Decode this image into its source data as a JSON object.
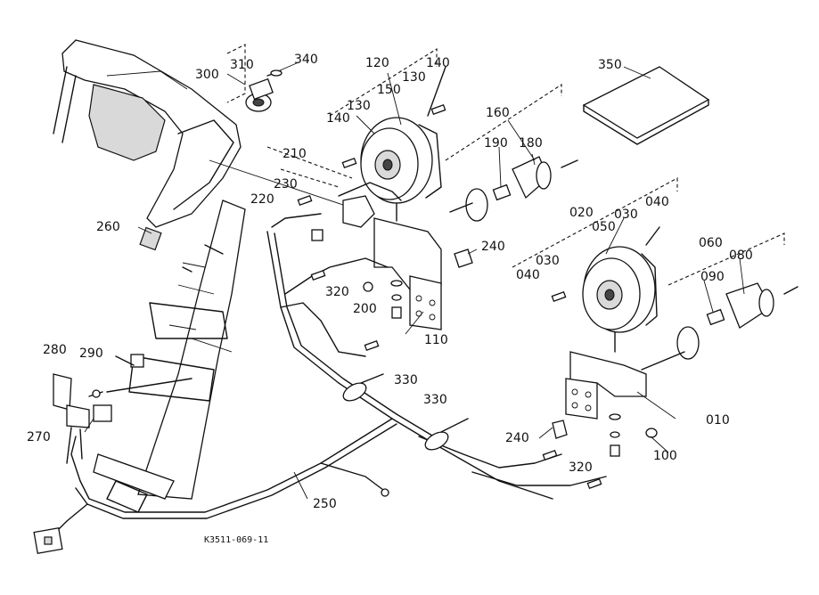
{
  "diagram": {
    "drawing_code": "K3511-069-11",
    "labels": {
      "p300": "300",
      "p310": "310",
      "p340": "340",
      "p120": "120",
      "p140a": "140",
      "p130a": "130",
      "p150": "150",
      "p130b": "130",
      "p140b": "140",
      "p160": "160",
      "p180": "180",
      "p190": "190",
      "p350": "350",
      "p210": "210",
      "p230": "230",
      "p220": "220",
      "p240a": "240",
      "p320a": "320",
      "p200": "200",
      "p110": "110",
      "p260": "260",
      "p020": "020",
      "p050": "050",
      "p030a": "030",
      "p040a": "040",
      "p030b": "030",
      "p040b": "040",
      "p060": "060",
      "p080": "080",
      "p090": "090",
      "p280": "280",
      "p290": "290",
      "p270": "270",
      "p330a": "330",
      "p330b": "330",
      "p010": "010",
      "p240b": "240",
      "p100": "100",
      "p320b": "320",
      "p250": "250"
    }
  }
}
